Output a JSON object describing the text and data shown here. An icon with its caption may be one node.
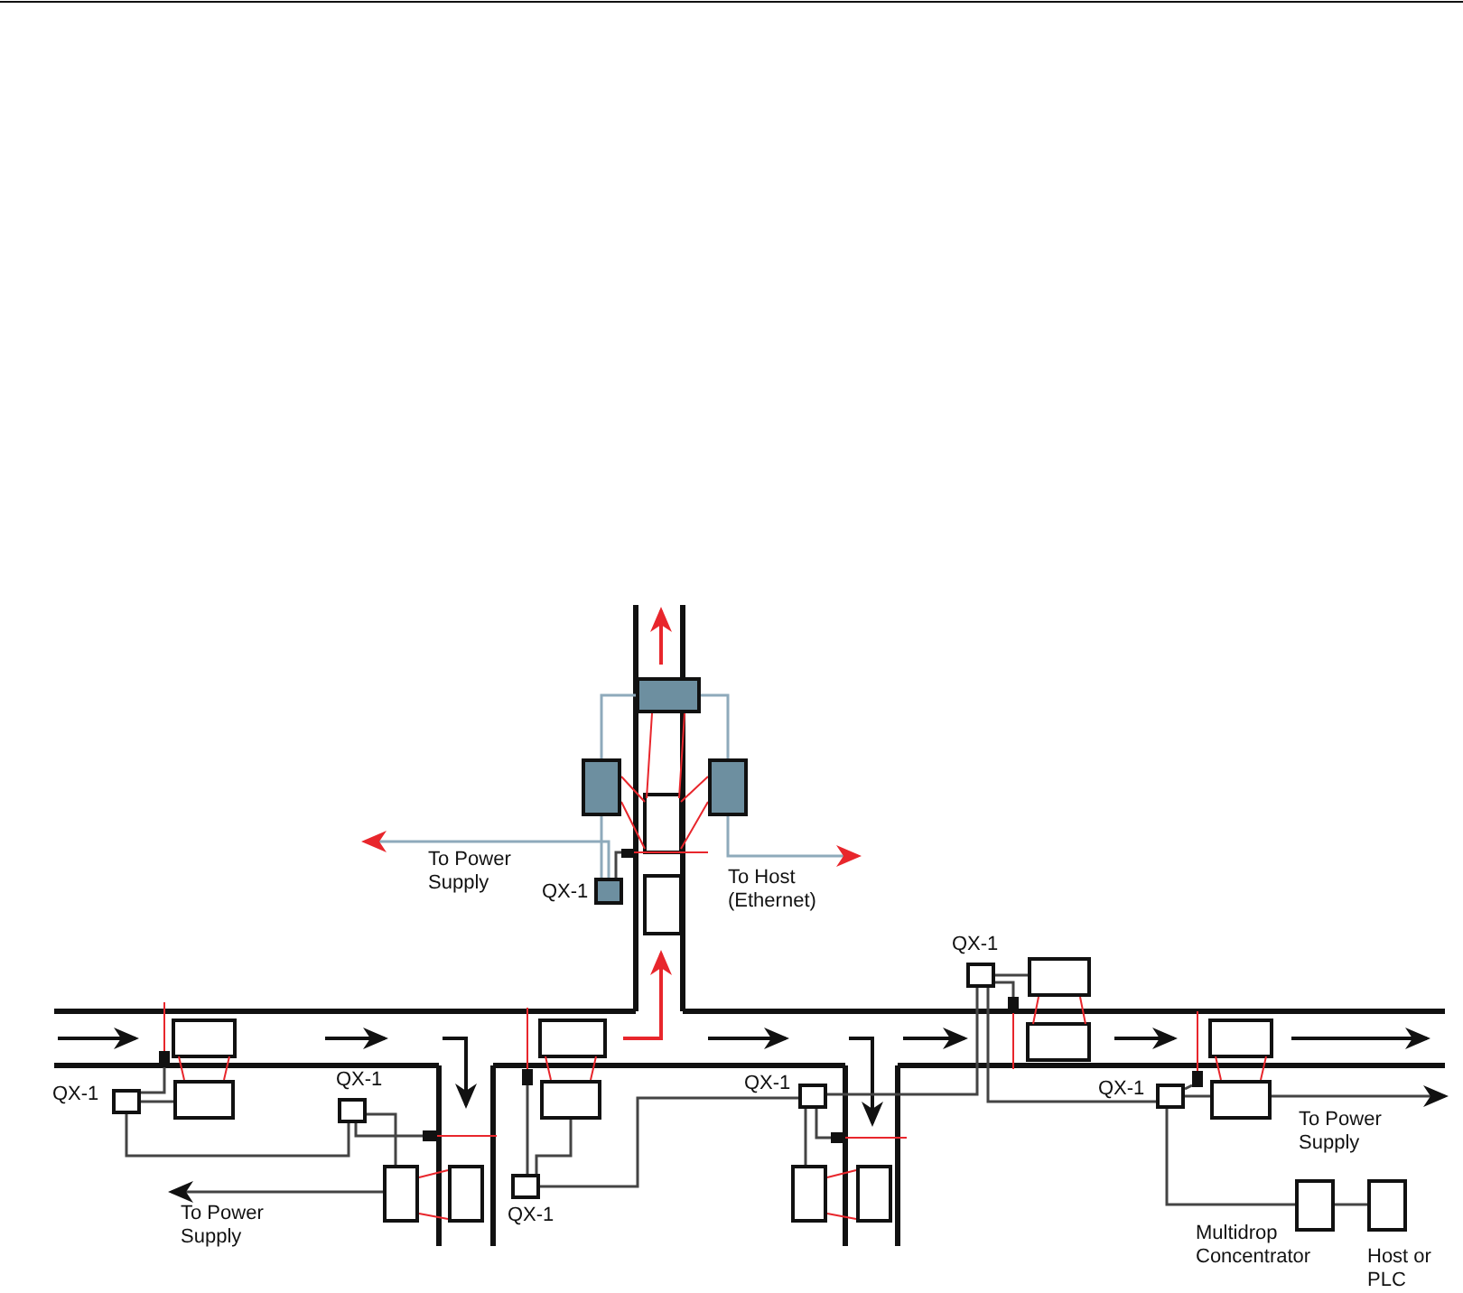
{
  "diagram": {
    "nodes": [
      {
        "text": [],
        "shape": "box"
      },
      {
        "text": [],
        "shape": "box"
      },
      {
        "text": [],
        "shape": "box"
      },
      {
        "text": [
          "QX-1"
        ]
      },
      {
        "text": [
          "QX-1"
        ]
      },
      {
        "text": [],
        "shape": "box"
      },
      {
        "text": [
          "QX-1"
        ]
      },
      {
        "text": [],
        "shape": "box"
      },
      {
        "text": [
          "QX-1"
        ]
      },
      {
        "text": [],
        "shape": "box"
      },
      {
        "text": [
          "QX-1"
        ]
      },
      {
        "text": [
          "QX-1"
        ]
      },
      {
        "text": [],
        "shape": "box"
      },
      {
        "text": [],
        "shape": "box"
      },
      {
        "text": [],
        "shape": "box"
      },
      {
        "text": [
          "QX-1"
        ]
      },
      {
        "text": [],
        "shape": "box"
      },
      {
        "text": [],
        "shape": "box"
      },
      {
        "text": [
          "Multidrop Concentrator"
        ]
      },
      {
        "text": [
          "Host or PLC"
        ]
      },
      {
        "text": [],
        "shape": "box"
      },
      {
        "text": [],
        "shape": "box"
      },
      {
        "text": [],
        "shape": "box"
      },
      {
        "text": [],
        "shape": "box"
      },
      {
        "text": [],
        "shape": "box"
      },
      {
        "text": [],
        "shape": "box"
      },
      {
        "text": [],
        "shape": "box"
      }
    ],
    "edges": [
      {
        "from": 0,
        "to": 1,
        "arrow": "none",
        "color": "#8eaabb"
      },
      {
        "from": 0,
        "to": 2,
        "arrow": "none",
        "color": "#8eaabb"
      },
      {
        "from": 1,
        "to": 3,
        "arrow": "none",
        "color": "#8eaabb"
      },
      {
        "from": 3,
        "to": null,
        "arrow": "to",
        "label": "To Power Supply",
        "color": "#8eaabb"
      },
      {
        "from": 2,
        "to": null,
        "arrow": "to",
        "label": "To Host (Ethernet)",
        "color": "#8eaabb"
      },
      {
        "from": 4,
        "to": 5,
        "arrow": "none"
      },
      {
        "from": 6,
        "to": 7,
        "arrow": "none"
      },
      {
        "from": 6,
        "to": 8,
        "arrow": "none"
      },
      {
        "from": 8,
        "to": 13,
        "arrow": "none"
      },
      {
        "from": 15,
        "to": 9,
        "arrow": "none"
      },
      {
        "from": 15,
        "to": 10,
        "arrow": "none"
      },
      {
        "from": 10,
        "to": 16,
        "arrow": "none"
      },
      {
        "from": 10,
        "to": 4,
        "arrow": "none"
      },
      {
        "from": 4,
        "to": 11,
        "arrow": "none"
      },
      {
        "from": 11,
        "to": 12,
        "arrow": "none"
      },
      {
        "from": 11,
        "to": 18,
        "arrow": "none"
      },
      {
        "from": 18,
        "to": 19,
        "arrow": "none"
      },
      {
        "from": 12,
        "to": null,
        "arrow": "to",
        "label": "To Power Supply"
      },
      {
        "from": 13,
        "to": null,
        "arrow": "to",
        "label": "To Power Supply"
      },
      {
        "from": 6,
        "to": 20,
        "arrow": "none"
      },
      {
        "from": 8,
        "to": 21,
        "arrow": "none"
      },
      {
        "from": 15,
        "to": 22,
        "arrow": "none"
      },
      {
        "from": 3,
        "to": 23,
        "arrow": "none"
      },
      {
        "from": 4,
        "to": 24,
        "arrow": "none"
      },
      {
        "from": 11,
        "to": 25,
        "arrow": "none"
      },
      {
        "from": 10,
        "to": 26,
        "arrow": "none"
      }
    ]
  }
}
